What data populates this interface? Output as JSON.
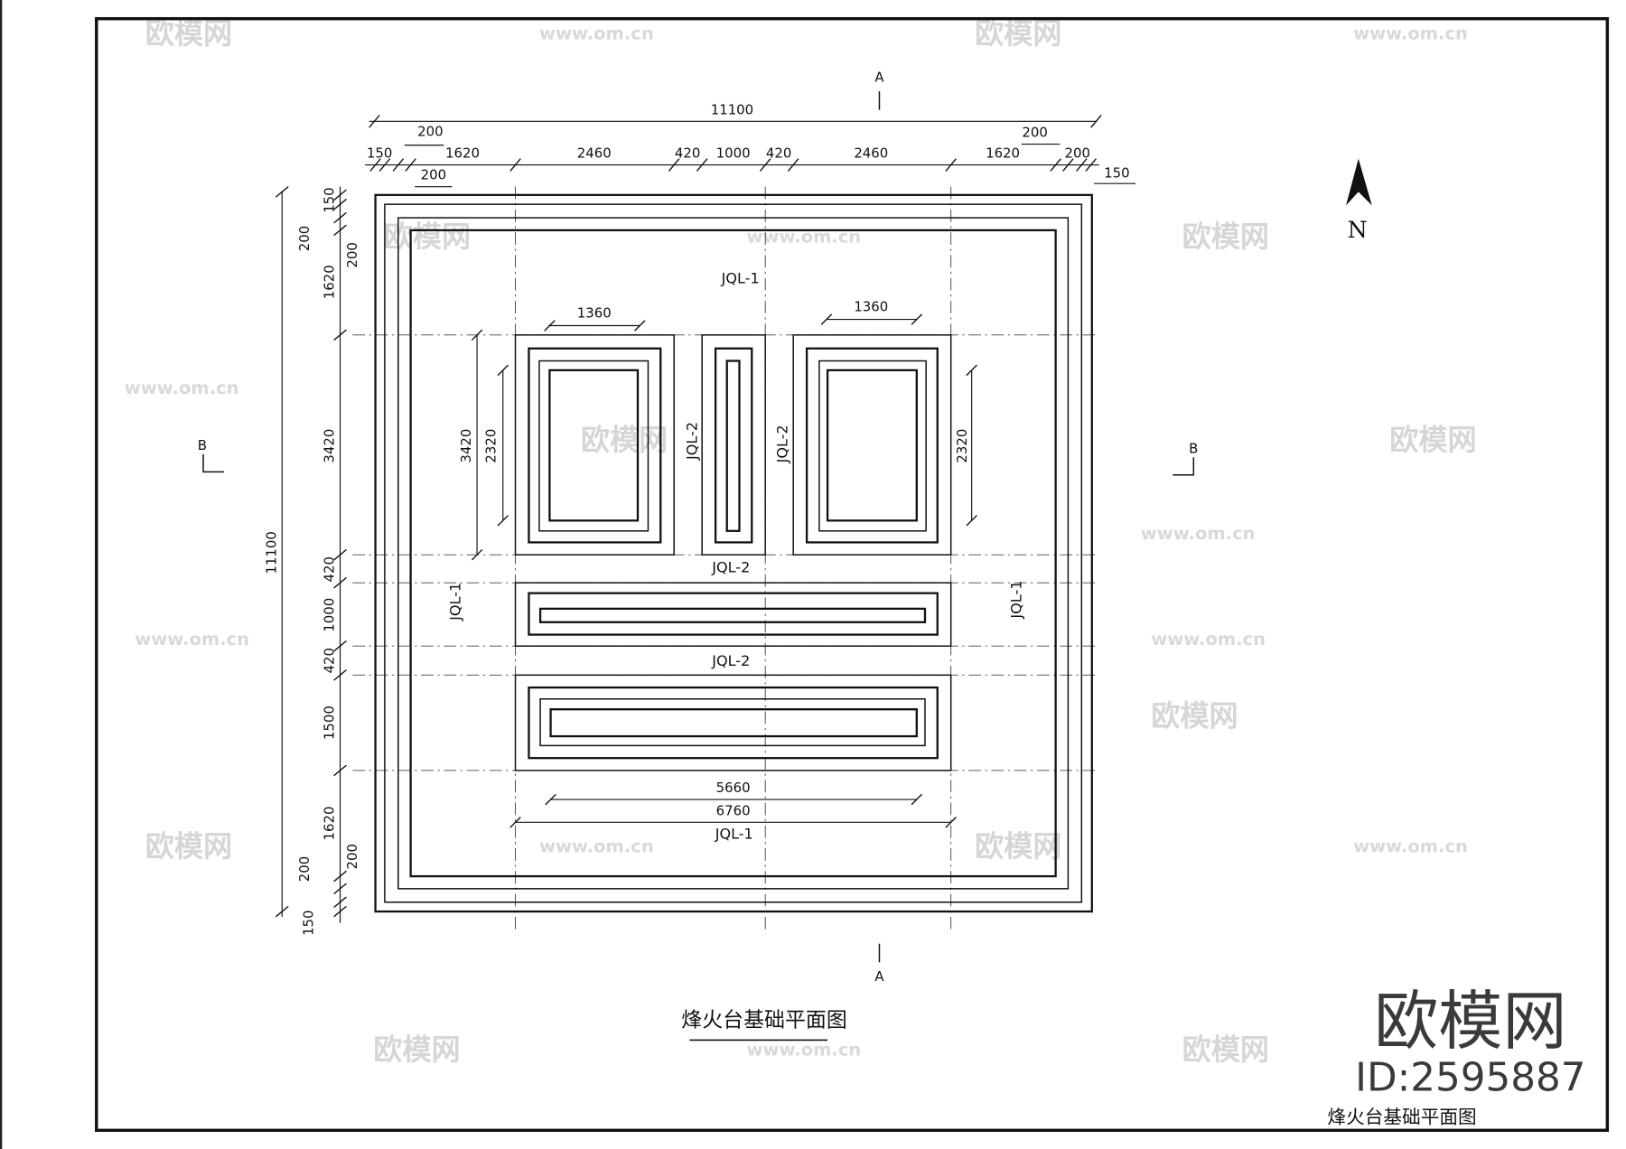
{
  "drawing": {
    "title": "烽火台基础平面图",
    "north_label": "N",
    "section_a": "A",
    "section_b": "B",
    "top_dims": {
      "total": "11100",
      "segments": [
        "150",
        "200",
        "200",
        "1620",
        "2460",
        "420",
        "1000",
        "420",
        "2460",
        "1620",
        "200",
        "200",
        "150"
      ]
    },
    "left_dims": {
      "total": "11100",
      "segments": [
        "150",
        "200",
        "200",
        "1620",
        "3420",
        "420",
        "1000",
        "420",
        "1500",
        "1620",
        "200",
        "200",
        "150"
      ]
    },
    "inner_dims": {
      "w1": "1360",
      "w2": "1360",
      "h1": "3420",
      "h2": "2320",
      "h3": "2320",
      "l1": "5660",
      "l2": "6760"
    },
    "beams": {
      "jql1": "JQL-1",
      "jql2": "JQL-2"
    }
  },
  "watermark": {
    "brand": "欧模网",
    "url": "www.om.cn",
    "id": "ID:2595887",
    "caption": "烽火台基础平面图"
  }
}
